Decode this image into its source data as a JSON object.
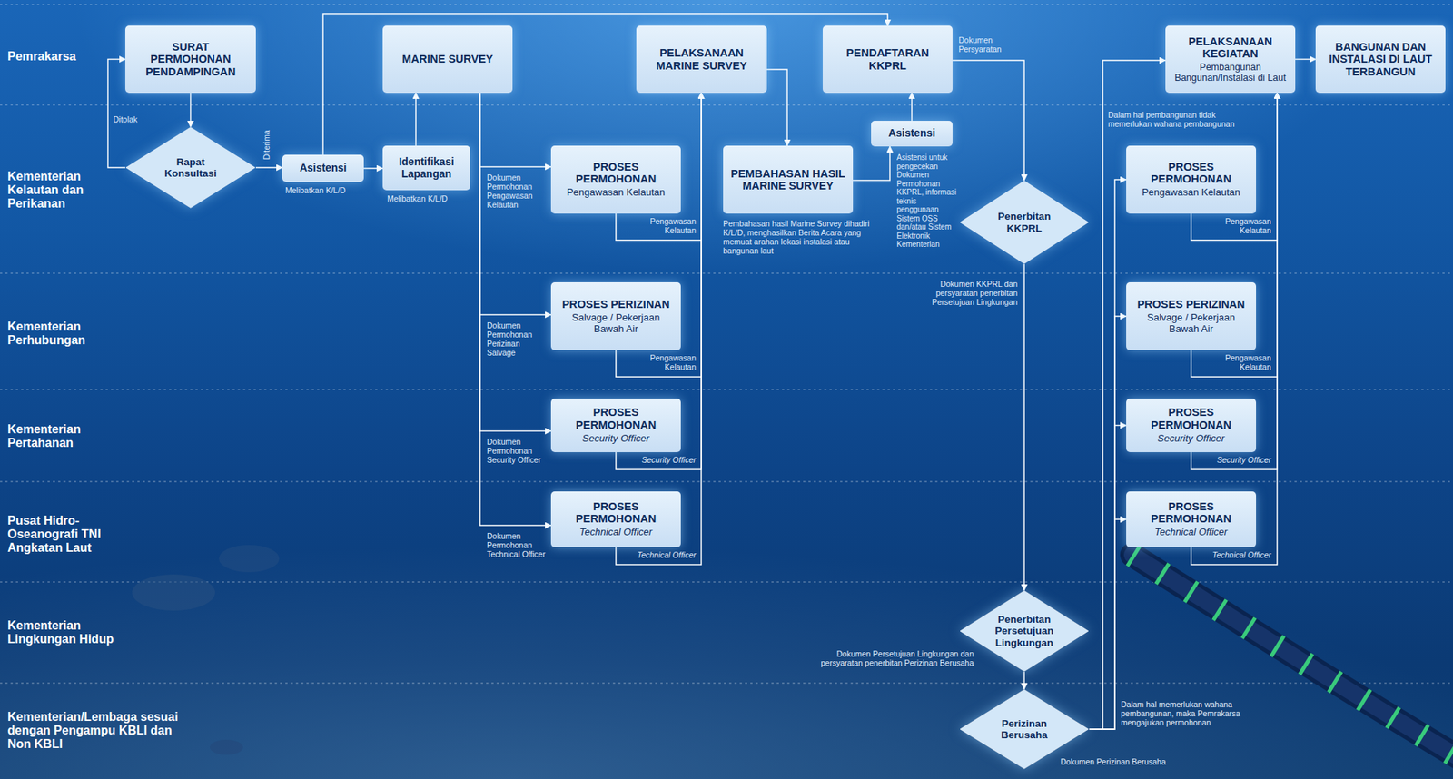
{
  "diagram": {
    "nodes": [
      {
        "text": [
          "SURAT PERMOHONAN PENDAMPINGAN"
        ]
      },
      {
        "text": [
          "Rapat Konsultasi"
        ]
      },
      {
        "text": [
          "Asistensi"
        ]
      },
      {
        "text": [
          "MARINE SURVEY"
        ]
      },
      {
        "text": [
          "Identifikasi Lapangan"
        ]
      },
      {
        "text": [
          "PELAKSANAAN MARINE SURVEY"
        ]
      },
      {
        "text": [
          "PROSES PERMOHONAN",
          "Pengawasan Kelautan"
        ]
      },
      {
        "text": [
          "PROSES PERIZINAN",
          "Salvage / Pekerjaan Bawah Air"
        ]
      },
      {
        "text": [
          "PROSES PERMOHONAN",
          "Security Officer"
        ]
      },
      {
        "text": [
          "PROSES PERMOHONAN",
          "Technical Officer"
        ]
      },
      {
        "text": [
          "PEMBAHASAN HASIL MARINE SURVEY"
        ]
      },
      {
        "text": [
          "PENDAFTARAN KKPRL"
        ]
      },
      {
        "text": [
          "Asistensi"
        ]
      },
      {
        "text": [
          "Penerbitan KKPRL"
        ]
      },
      {
        "text": [
          "Penerbitan Persetujuan Lingkungan"
        ]
      },
      {
        "text": [
          "Perizinan Berusaha"
        ]
      },
      {
        "text": [
          "PELAKSANAAN KEGIATAN",
          "Pembangunan Bangunan/Instalasi di Laut"
        ]
      },
      {
        "text": [
          "BANGUNAN DAN INSTALASI DI LAUT TERBANGUN"
        ]
      },
      {
        "text": [
          "PROSES PERMOHONAN",
          "Pengawasan Kelautan"
        ]
      },
      {
        "text": [
          "PROSES PERIZINAN",
          "Salvage / Pekerjaan Bawah Air"
        ]
      },
      {
        "text": [
          "PROSES PERMOHONAN",
          "Security Officer"
        ]
      },
      {
        "text": [
          "PROSES PERMOHONAN",
          "Technical Officer"
        ]
      }
    ],
    "edges": [
      {
        "from": 0,
        "to": 1,
        "arrow": "to"
      },
      {
        "from": 1,
        "to": 0,
        "arrow": "to"
      },
      {
        "from": 1,
        "to": 2,
        "arrow": "to"
      },
      {
        "from": 2,
        "to": 4,
        "arrow": "to"
      },
      {
        "from": 2,
        "to": 11,
        "arrow": "to"
      },
      {
        "from": 4,
        "to": 3,
        "arrow": "to"
      },
      {
        "from": 3,
        "to": 6,
        "arrow": "to"
      },
      {
        "from": 3,
        "to": 7,
        "arrow": "to"
      },
      {
        "from": 3,
        "to": 8,
        "arrow": "to"
      },
      {
        "from": 3,
        "to": 9,
        "arrow": "to"
      },
      {
        "from": 6,
        "to": 5,
        "arrow": "to"
      },
      {
        "from": 7,
        "to": 5,
        "arrow": "to"
      },
      {
        "from": 8,
        "to": 5,
        "arrow": "to"
      },
      {
        "from": 9,
        "to": 5,
        "arrow": "to"
      },
      {
        "from": 5,
        "to": 10,
        "arrow": "to"
      },
      {
        "from": 10,
        "to": 12,
        "arrow": "to"
      },
      {
        "from": 12,
        "to": 11,
        "arrow": "to"
      },
      {
        "from": 11,
        "to": 13,
        "arrow": "to"
      },
      {
        "from": 13,
        "to": 14,
        "arrow": "to"
      },
      {
        "from": 14,
        "to": 15,
        "arrow": "to"
      },
      {
        "from": 15,
        "to": 16,
        "arrow": "to"
      },
      {
        "from": 15,
        "to": 18,
        "arrow": "to"
      },
      {
        "from": 15,
        "to": 19,
        "arrow": "to"
      },
      {
        "from": 15,
        "to": 20,
        "arrow": "to"
      },
      {
        "from": 15,
        "to": 21,
        "arrow": "to"
      },
      {
        "from": 18,
        "to": 16,
        "arrow": "to"
      },
      {
        "from": 19,
        "to": 16,
        "arrow": "to"
      },
      {
        "from": 20,
        "to": 16,
        "arrow": "to"
      },
      {
        "from": 21,
        "to": 16,
        "arrow": "to"
      },
      {
        "from": 16,
        "to": 17,
        "arrow": "to"
      }
    ],
    "labels": [
      "Pemrakarsa",
      "Kementerian Kelautan dan Perikanan",
      "Kementerian Perhubungan",
      "Kementerian Pertahanan",
      "Pusat Hidro-Oseanografi TNI Angkatan Laut",
      "Kementerian Lingkungan Hidup",
      "Kementerian/Lembaga sesuai dengan Pengampu KBLI dan Non KBLI",
      "Ditolak",
      "Diterima",
      "Melibatkan K/L/D",
      "Melibatkan K/L/D",
      "Dokumen Permohonan Pengawasan Kelautan",
      "Pengawasan Kelautan",
      "Dokumen Permohonan Perizinan Salvage",
      "Pengawasan Kelautan",
      "Dokumen Permohonan Security Officer",
      "Security Officer",
      "Dokumen Permohonan Technical Officer",
      "Technical Officer",
      "Pembahasan hasil Marine Survey dihadiri K/L/D, menghasilkan Berita Acara yang memuat arahan lokasi instalasi atau bangunan laut",
      "Dokumen Persyaratan",
      "Asistensi untuk pengecekan Dokumen Permohonan KKPRL, informasi teknis penggunaan Sistem OSS dan/atau Sistem Elektronik Kementerian",
      "Dokumen KKPRL dan persyaratan penerbitan Persetujuan Lingkungan",
      "Dokumen Persetujuan Lingkungan dan persyaratan penerbitan Perizinan Berusaha",
      "Dokumen Perizinan Berusaha",
      "Dalam hal pembangunan tidak memerlukan wahana pembangunan",
      "Dalam hal memerlukan wahana pembangunan, maka Pemrakarsa mengajukan permohonan",
      "Pengawasan Kelautan",
      "Pengawasan Kelautan",
      "Security Officer",
      "Technical Officer"
    ]
  }
}
